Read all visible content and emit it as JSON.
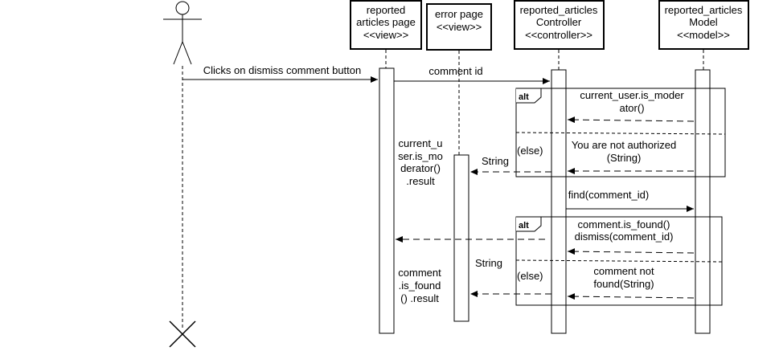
{
  "participants": [
    {
      "id": "view",
      "lines": [
        "reported",
        "articles page",
        "<<view>>"
      ]
    },
    {
      "id": "error",
      "lines": [
        "error page",
        "<<view>>"
      ]
    },
    {
      "id": "controller",
      "lines": [
        "reported_articles",
        "Controller",
        "<<controller>>"
      ]
    },
    {
      "id": "model",
      "lines": [
        "reported_articles",
        "Model",
        "<<model>>"
      ]
    }
  ],
  "messages": [
    {
      "id": "m1",
      "lines": [
        "Clicks on dismiss comment button"
      ]
    },
    {
      "id": "m2",
      "lines": [
        "comment id"
      ]
    },
    {
      "id": "m3",
      "lines": [
        "current_user.is_moder",
        "ator()"
      ]
    },
    {
      "id": "m4",
      "lines": [
        "You are not authorized",
        "(String)"
      ]
    },
    {
      "id": "m5",
      "lines": [
        "String"
      ]
    },
    {
      "id": "m6",
      "lines": [
        "current_u",
        "ser.is_mo",
        "derator()",
        ".result"
      ]
    },
    {
      "id": "m7",
      "lines": [
        "find(comment_id)"
      ]
    },
    {
      "id": "m8",
      "lines": [
        "comment.is_found()",
        "dismiss(comment_id)"
      ]
    },
    {
      "id": "m9",
      "lines": [
        "String"
      ]
    },
    {
      "id": "m10",
      "lines": [
        "comment not",
        "found(String)"
      ]
    },
    {
      "id": "m11",
      "lines": [
        "comment",
        ".is_found",
        "() .result"
      ]
    }
  ],
  "fragments": [
    {
      "id": "alt1",
      "operator": "alt",
      "else_label": "(else)"
    },
    {
      "id": "alt2",
      "operator": "alt",
      "else_label": "(else)"
    }
  ]
}
